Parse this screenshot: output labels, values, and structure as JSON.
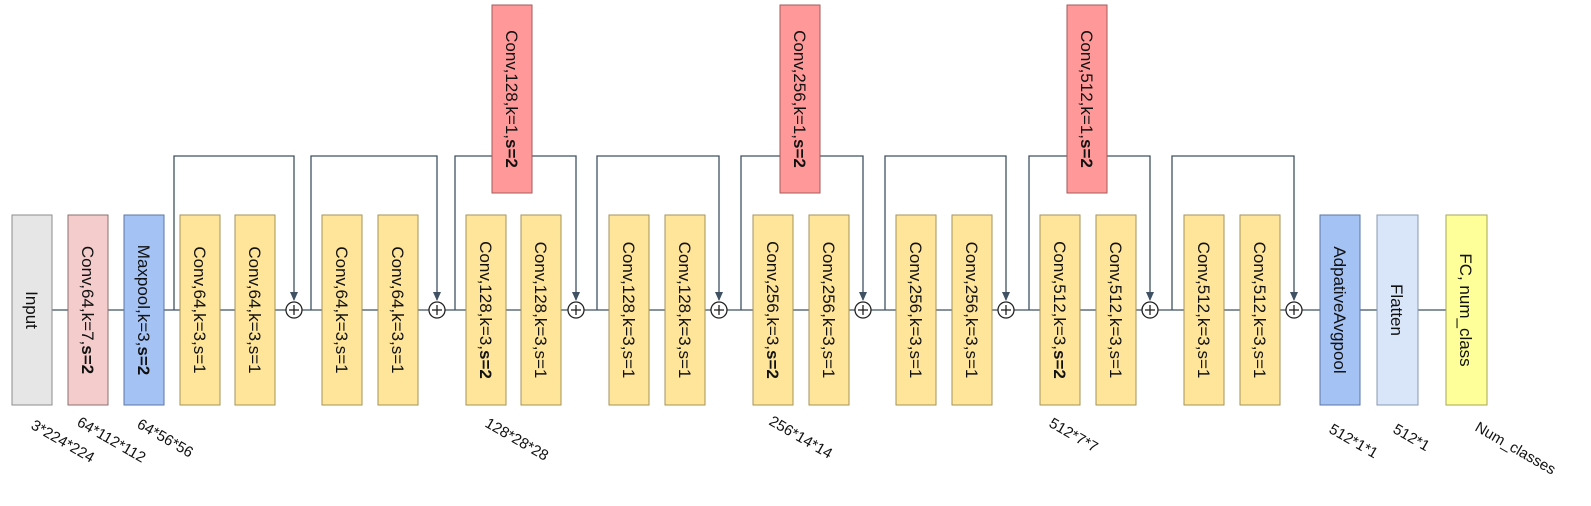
{
  "blocks": [
    {
      "id": "input",
      "name": "input-block",
      "fill": "#e6e6e6",
      "stroke": "#8c8c8c",
      "parts": [
        {
          "t": "Input",
          "b": false
        }
      ]
    },
    {
      "id": "conv1",
      "name": "conv1-block",
      "fill": "#f4cccc",
      "stroke": "#8c6f6f",
      "parts": [
        {
          "t": "Conv,64,k=7,",
          "b": false
        },
        {
          "t": "s=2",
          "b": true
        }
      ]
    },
    {
      "id": "maxpool",
      "name": "maxpool-block",
      "fill": "#a4c2f4",
      "stroke": "#5b77a6",
      "parts": [
        {
          "t": "Maxpool,k=3,",
          "b": false
        },
        {
          "t": "s=2",
          "b": true
        }
      ]
    },
    {
      "id": "l1a",
      "name": "layer1-conv-a",
      "fill": "#ffe599",
      "stroke": "#a6925a",
      "parts": [
        {
          "t": "Conv,64,k=3,s=1",
          "b": false
        }
      ]
    },
    {
      "id": "l1b",
      "name": "layer1-conv-b",
      "fill": "#ffe599",
      "stroke": "#a6925a",
      "parts": [
        {
          "t": "Conv,64,k=3,s=1",
          "b": false
        }
      ]
    },
    {
      "id": "l1c",
      "name": "layer1-conv-c",
      "fill": "#ffe599",
      "stroke": "#a6925a",
      "parts": [
        {
          "t": "Conv,64,k=3,s=1",
          "b": false
        }
      ]
    },
    {
      "id": "l1d",
      "name": "layer1-conv-d",
      "fill": "#ffe599",
      "stroke": "#a6925a",
      "parts": [
        {
          "t": "Conv,64,k=3,s=1",
          "b": false
        }
      ]
    },
    {
      "id": "l2a",
      "name": "layer2-conv-a",
      "fill": "#ffe599",
      "stroke": "#a6925a",
      "parts": [
        {
          "t": "Conv,128,k=3,",
          "b": false
        },
        {
          "t": "s=2",
          "b": true
        }
      ]
    },
    {
      "id": "l2b",
      "name": "layer2-conv-b",
      "fill": "#ffe599",
      "stroke": "#a6925a",
      "parts": [
        {
          "t": "Conv,128,k=3,s=1",
          "b": false
        }
      ]
    },
    {
      "id": "l2c",
      "name": "layer2-conv-c",
      "fill": "#ffe599",
      "stroke": "#a6925a",
      "parts": [
        {
          "t": "Conv,128,k=3,s=1",
          "b": false
        }
      ]
    },
    {
      "id": "l2d",
      "name": "layer2-conv-d",
      "fill": "#ffe599",
      "stroke": "#a6925a",
      "parts": [
        {
          "t": "Conv,128,k=3,s=1",
          "b": false
        }
      ]
    },
    {
      "id": "l3a",
      "name": "layer3-conv-a",
      "fill": "#ffe599",
      "stroke": "#a6925a",
      "parts": [
        {
          "t": "Conv,256,k=3,",
          "b": false
        },
        {
          "t": "s=2",
          "b": true
        }
      ]
    },
    {
      "id": "l3b",
      "name": "layer3-conv-b",
      "fill": "#ffe599",
      "stroke": "#a6925a",
      "parts": [
        {
          "t": "Conv,256,k=3,s=1",
          "b": false
        }
      ]
    },
    {
      "id": "l3c",
      "name": "layer3-conv-c",
      "fill": "#ffe599",
      "stroke": "#a6925a",
      "parts": [
        {
          "t": "Conv,256,k=3,s=1",
          "b": false
        }
      ]
    },
    {
      "id": "l3d",
      "name": "layer3-conv-d",
      "fill": "#ffe599",
      "stroke": "#a6925a",
      "parts": [
        {
          "t": "Conv,256,k=3,s=1",
          "b": false
        }
      ]
    },
    {
      "id": "l4a",
      "name": "layer4-conv-a",
      "fill": "#ffe599",
      "stroke": "#a6925a",
      "parts": [
        {
          "t": "Conv,512,k=3,",
          "b": false
        },
        {
          "t": "s=2",
          "b": true
        }
      ]
    },
    {
      "id": "l4b",
      "name": "layer4-conv-b",
      "fill": "#ffe599",
      "stroke": "#a6925a",
      "parts": [
        {
          "t": "Conv,512,k=3,s=1",
          "b": false
        }
      ]
    },
    {
      "id": "l4c",
      "name": "layer4-conv-c",
      "fill": "#ffe599",
      "stroke": "#a6925a",
      "parts": [
        {
          "t": "Conv,512,k=3,s=1",
          "b": false
        }
      ]
    },
    {
      "id": "l4d",
      "name": "layer4-conv-d",
      "fill": "#ffe599",
      "stroke": "#a6925a",
      "parts": [
        {
          "t": "Conv,512,k=3,s=1",
          "b": false
        }
      ]
    },
    {
      "id": "avgpool",
      "name": "avgpool-block",
      "fill": "#a4c2f4",
      "stroke": "#5b77a6",
      "parts": [
        {
          "t": "AdpativeAvgpool",
          "b": false
        }
      ]
    },
    {
      "id": "flatten",
      "name": "flatten-block",
      "fill": "#d9e6fa",
      "stroke": "#8898b3",
      "parts": [
        {
          "t": "Flatten",
          "b": false
        }
      ]
    },
    {
      "id": "fc",
      "name": "fc-block",
      "fill": "#ffff99",
      "stroke": "#a6a65a",
      "parts": [
        {
          "t": "FC, num_class",
          "b": false
        }
      ]
    },
    {
      "id": "ds128",
      "name": "downsample-128-block",
      "fill": "#ff9999",
      "stroke": "#a65a5a",
      "parts": [
        {
          "t": "Conv,128,k=1,",
          "b": false
        },
        {
          "t": "s=2",
          "b": true
        }
      ]
    },
    {
      "id": "ds256",
      "name": "downsample-256-block",
      "fill": "#ff9999",
      "stroke": "#a65a5a",
      "parts": [
        {
          "t": "Conv,256,k=1,",
          "b": false
        },
        {
          "t": "s=2",
          "b": true
        }
      ]
    },
    {
      "id": "ds512",
      "name": "downsample-512-block",
      "fill": "#ff9999",
      "stroke": "#a65a5a",
      "parts": [
        {
          "t": "Conv,512,k=1,",
          "b": false
        },
        {
          "t": "s=2",
          "b": true
        }
      ]
    }
  ],
  "dimensions": [
    {
      "id": "d-input",
      "name": "dim-label-input",
      "text": "3*224*224"
    },
    {
      "id": "d-conv1",
      "name": "dim-label-conv1",
      "text": "64*112*112"
    },
    {
      "id": "d-maxpool",
      "name": "dim-label-maxpool",
      "text": "64*56*56"
    },
    {
      "id": "d-layer2",
      "name": "dim-label-layer2",
      "text": "128*28*28"
    },
    {
      "id": "d-layer3",
      "name": "dim-label-layer3",
      "text": "256*14*14"
    },
    {
      "id": "d-layer4",
      "name": "dim-label-layer4",
      "text": "512*7*7"
    },
    {
      "id": "d-avgpool",
      "name": "dim-label-avgpool",
      "text": "512*1*1"
    },
    {
      "id": "d-flatten",
      "name": "dim-label-flatten",
      "text": "512*1"
    },
    {
      "id": "d-fc",
      "name": "dim-label-fc",
      "text": "Num_classes"
    }
  ],
  "colors": {
    "wire": "#3f5163",
    "conv_block": "#ffe599",
    "downsample_block": "#ff9999",
    "pool_block": "#a4c2f4"
  }
}
